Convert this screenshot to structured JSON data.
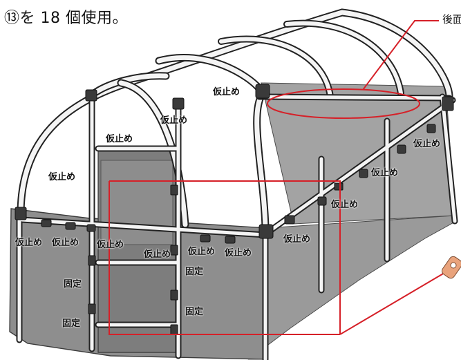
{
  "heading": "⑬を 18 個使用。",
  "callout": "後面",
  "labels": {
    "kari_1": "仮止め",
    "kari_2": "仮止め",
    "kari_3": "仮止め",
    "kari_4": "仮止め",
    "kari_5": "仮止め",
    "kari_6": "仮止め",
    "kari_7": "仮止め",
    "kari_8": "仮止め",
    "kari_9": "仮止め",
    "kari_10": "仮止め",
    "kari_11": "仮止め",
    "kari_12": "仮止め",
    "kari_13": "仮止め",
    "kari_14": "仮止め",
    "kotei_1": "固定",
    "kotei_2": "固定",
    "kotei_3": "固定",
    "kotei_4": "固定"
  },
  "colors": {
    "highlight": "#d62028",
    "cover": "#8e8e8e",
    "frame": "#f4f4f4",
    "outline": "#222222",
    "hand": "#e9a37c"
  }
}
